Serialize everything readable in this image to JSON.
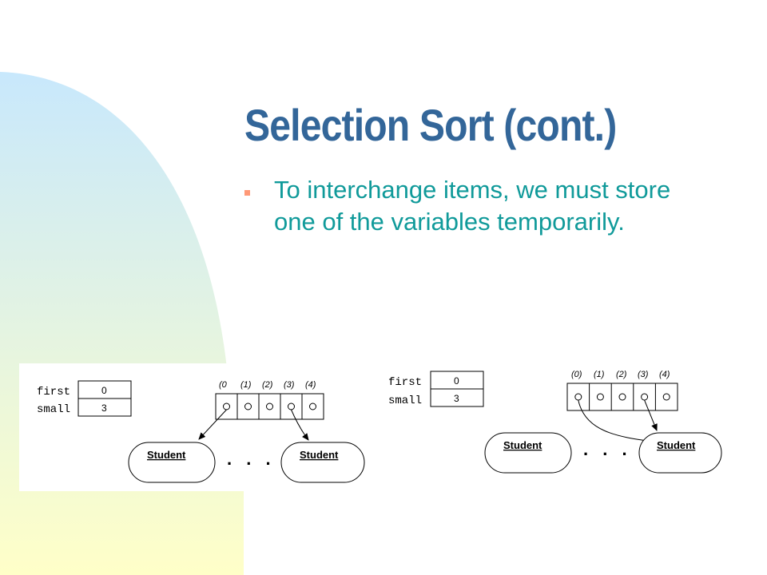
{
  "slide": {
    "title": "Selection Sort (cont.)",
    "bullet": "To interchange items, we must store one of the variables temporarily.",
    "colors": {
      "title": "#336699",
      "bullet_text": "#109a9a",
      "bullet_mark": "#ff9977",
      "background_gradient_top": "#c8e8fc",
      "background_gradient_bottom": "#ffffc8"
    }
  },
  "diagram_left": {
    "vars": [
      {
        "label": "first",
        "value": "0"
      },
      {
        "label": "small",
        "value": "3"
      }
    ],
    "indices": [
      "(0",
      "(1)",
      "(2)",
      "(3)",
      "(4)"
    ],
    "node_left": "Student",
    "node_right": "Student",
    "ellipsis": ". . ."
  },
  "diagram_right": {
    "vars": [
      {
        "label": "first",
        "value": "0"
      },
      {
        "label": "small",
        "value": "3"
      }
    ],
    "indices": [
      "(0)",
      "(1)",
      "(2)",
      "(3)",
      "(4)"
    ],
    "node_left": "Student",
    "node_right": "Student",
    "ellipsis": ". . ."
  }
}
